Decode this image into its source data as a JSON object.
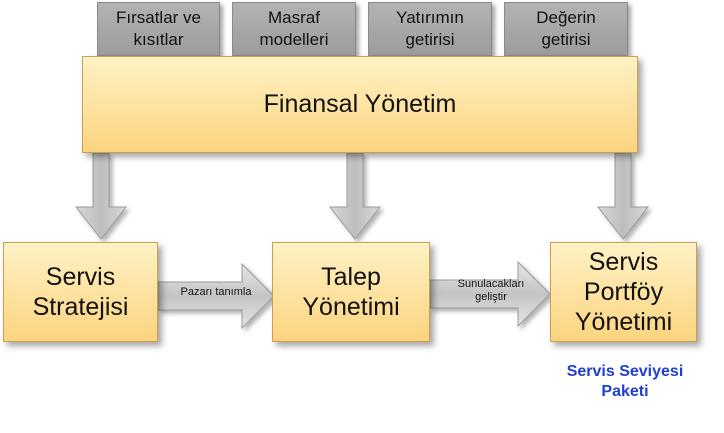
{
  "top_tabs": [
    {
      "label": "Fırsatlar ve kısıtlar"
    },
    {
      "label": "Masraf modelleri"
    },
    {
      "label": "Yatırımın getirisi"
    },
    {
      "label": "Değerin getirisi"
    }
  ],
  "financial_management": {
    "label": "Finansal Yönetim"
  },
  "boxes": {
    "strategy": {
      "line1": "Servis",
      "line2": "Stratejisi"
    },
    "demand": {
      "line1": "Talep",
      "line2": "Yönetimi"
    },
    "portfolio": {
      "line1": "Servis",
      "line2": "Portföy",
      "line3": "Yönetimi"
    }
  },
  "arrows": {
    "strategy_to_demand": "Pazarı tanımla",
    "demand_to_portfolio_line1": "Sunulacakları",
    "demand_to_portfolio_line2": "geliştir"
  },
  "service_level_package": {
    "line1": "Servis Seviyesi",
    "line2": "Paketi"
  },
  "colors": {
    "tab_fill": "#a8a8a8",
    "box_fill": "#fbd47f",
    "arrow_fill": "#cfcfcf",
    "package_text": "#1e3fd0"
  }
}
